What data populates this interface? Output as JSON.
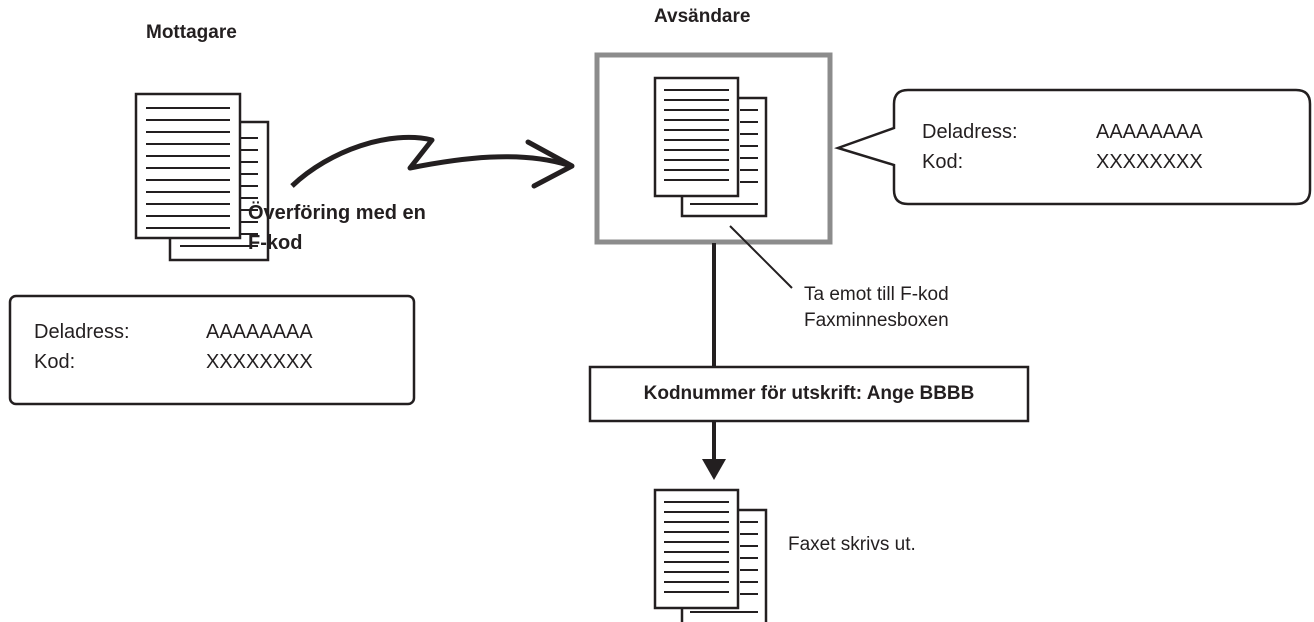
{
  "recipient": {
    "heading": "Mottagare",
    "box": {
      "subaddress_label": "Deladress:",
      "subaddress_value": "AAAAAAAA",
      "code_label": "Kod:",
      "code_value": "XXXXXXXX"
    }
  },
  "transfer_label": [
    "Överföring med en",
    "F-kod"
  ],
  "sender": {
    "heading": "Avsändare",
    "callout": {
      "subaddress_label": "Deladress:",
      "subaddress_value": "AAAAAAAA",
      "code_label": "Kod:",
      "code_value": "XXXXXXXX"
    },
    "memory_box_label": [
      "Ta emot till F-kod",
      "Faxminnesboxen"
    ],
    "print_code_label": "Kodnummer för utskrift: Ange BBBB",
    "result_label": "Faxet skrivs ut."
  }
}
